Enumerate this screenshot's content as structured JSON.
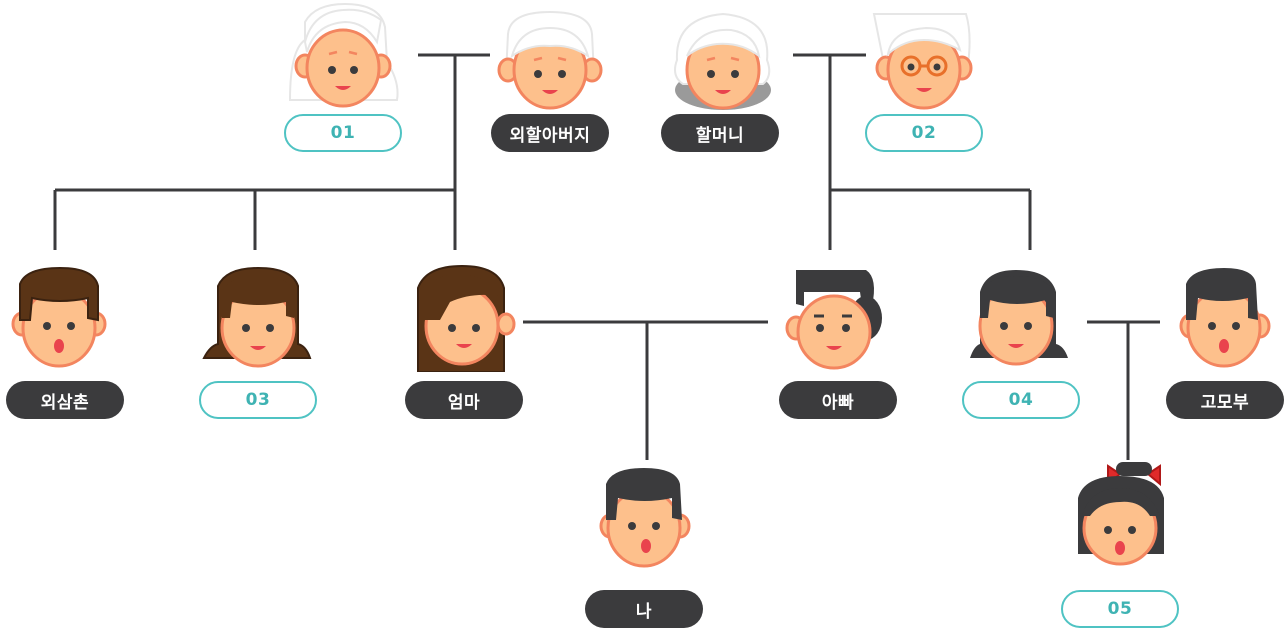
{
  "colors": {
    "line": "#3b3b3d",
    "blank_border": "#4fc3c3",
    "blank_text": "#3fb3b3",
    "dark_label_bg": "#3b3b3d",
    "skin": "#fdc08c",
    "skin_outline": "#f3855f",
    "hair_white": "#ffffff",
    "hair_gray": "#9a9a9a",
    "hair_brown": "#5a3416",
    "hair_black": "#3b3b3d",
    "bow_red": "#e02a2a"
  },
  "members": [
    {
      "label": "01",
      "blank": true,
      "icon": "old-man-white-hair-icon"
    },
    {
      "label": "외할아버지",
      "blank": false,
      "icon": "old-woman-white-hair-icon"
    },
    {
      "label": "할머니",
      "blank": false,
      "icon": "old-woman-gray-curly-hair-icon"
    },
    {
      "label": "02",
      "blank": true,
      "icon": "old-man-glasses-icon"
    },
    {
      "label": "외삼촌",
      "blank": false,
      "icon": "young-man-brown-hair-icon"
    },
    {
      "label": "03",
      "blank": true,
      "icon": "woman-brown-bob-icon"
    },
    {
      "label": "엄마",
      "blank": false,
      "icon": "woman-brown-long-hair-icon"
    },
    {
      "label": "아빠",
      "blank": false,
      "icon": "man-black-hair-icon"
    },
    {
      "label": "04",
      "blank": true,
      "icon": "woman-black-hair-icon"
    },
    {
      "label": "고모부",
      "blank": false,
      "icon": "young-man-black-hair-icon"
    },
    {
      "label": "나",
      "blank": false,
      "icon": "boy-black-hair-icon"
    },
    {
      "label": "05",
      "blank": true,
      "icon": "girl-red-bow-icon"
    }
  ]
}
